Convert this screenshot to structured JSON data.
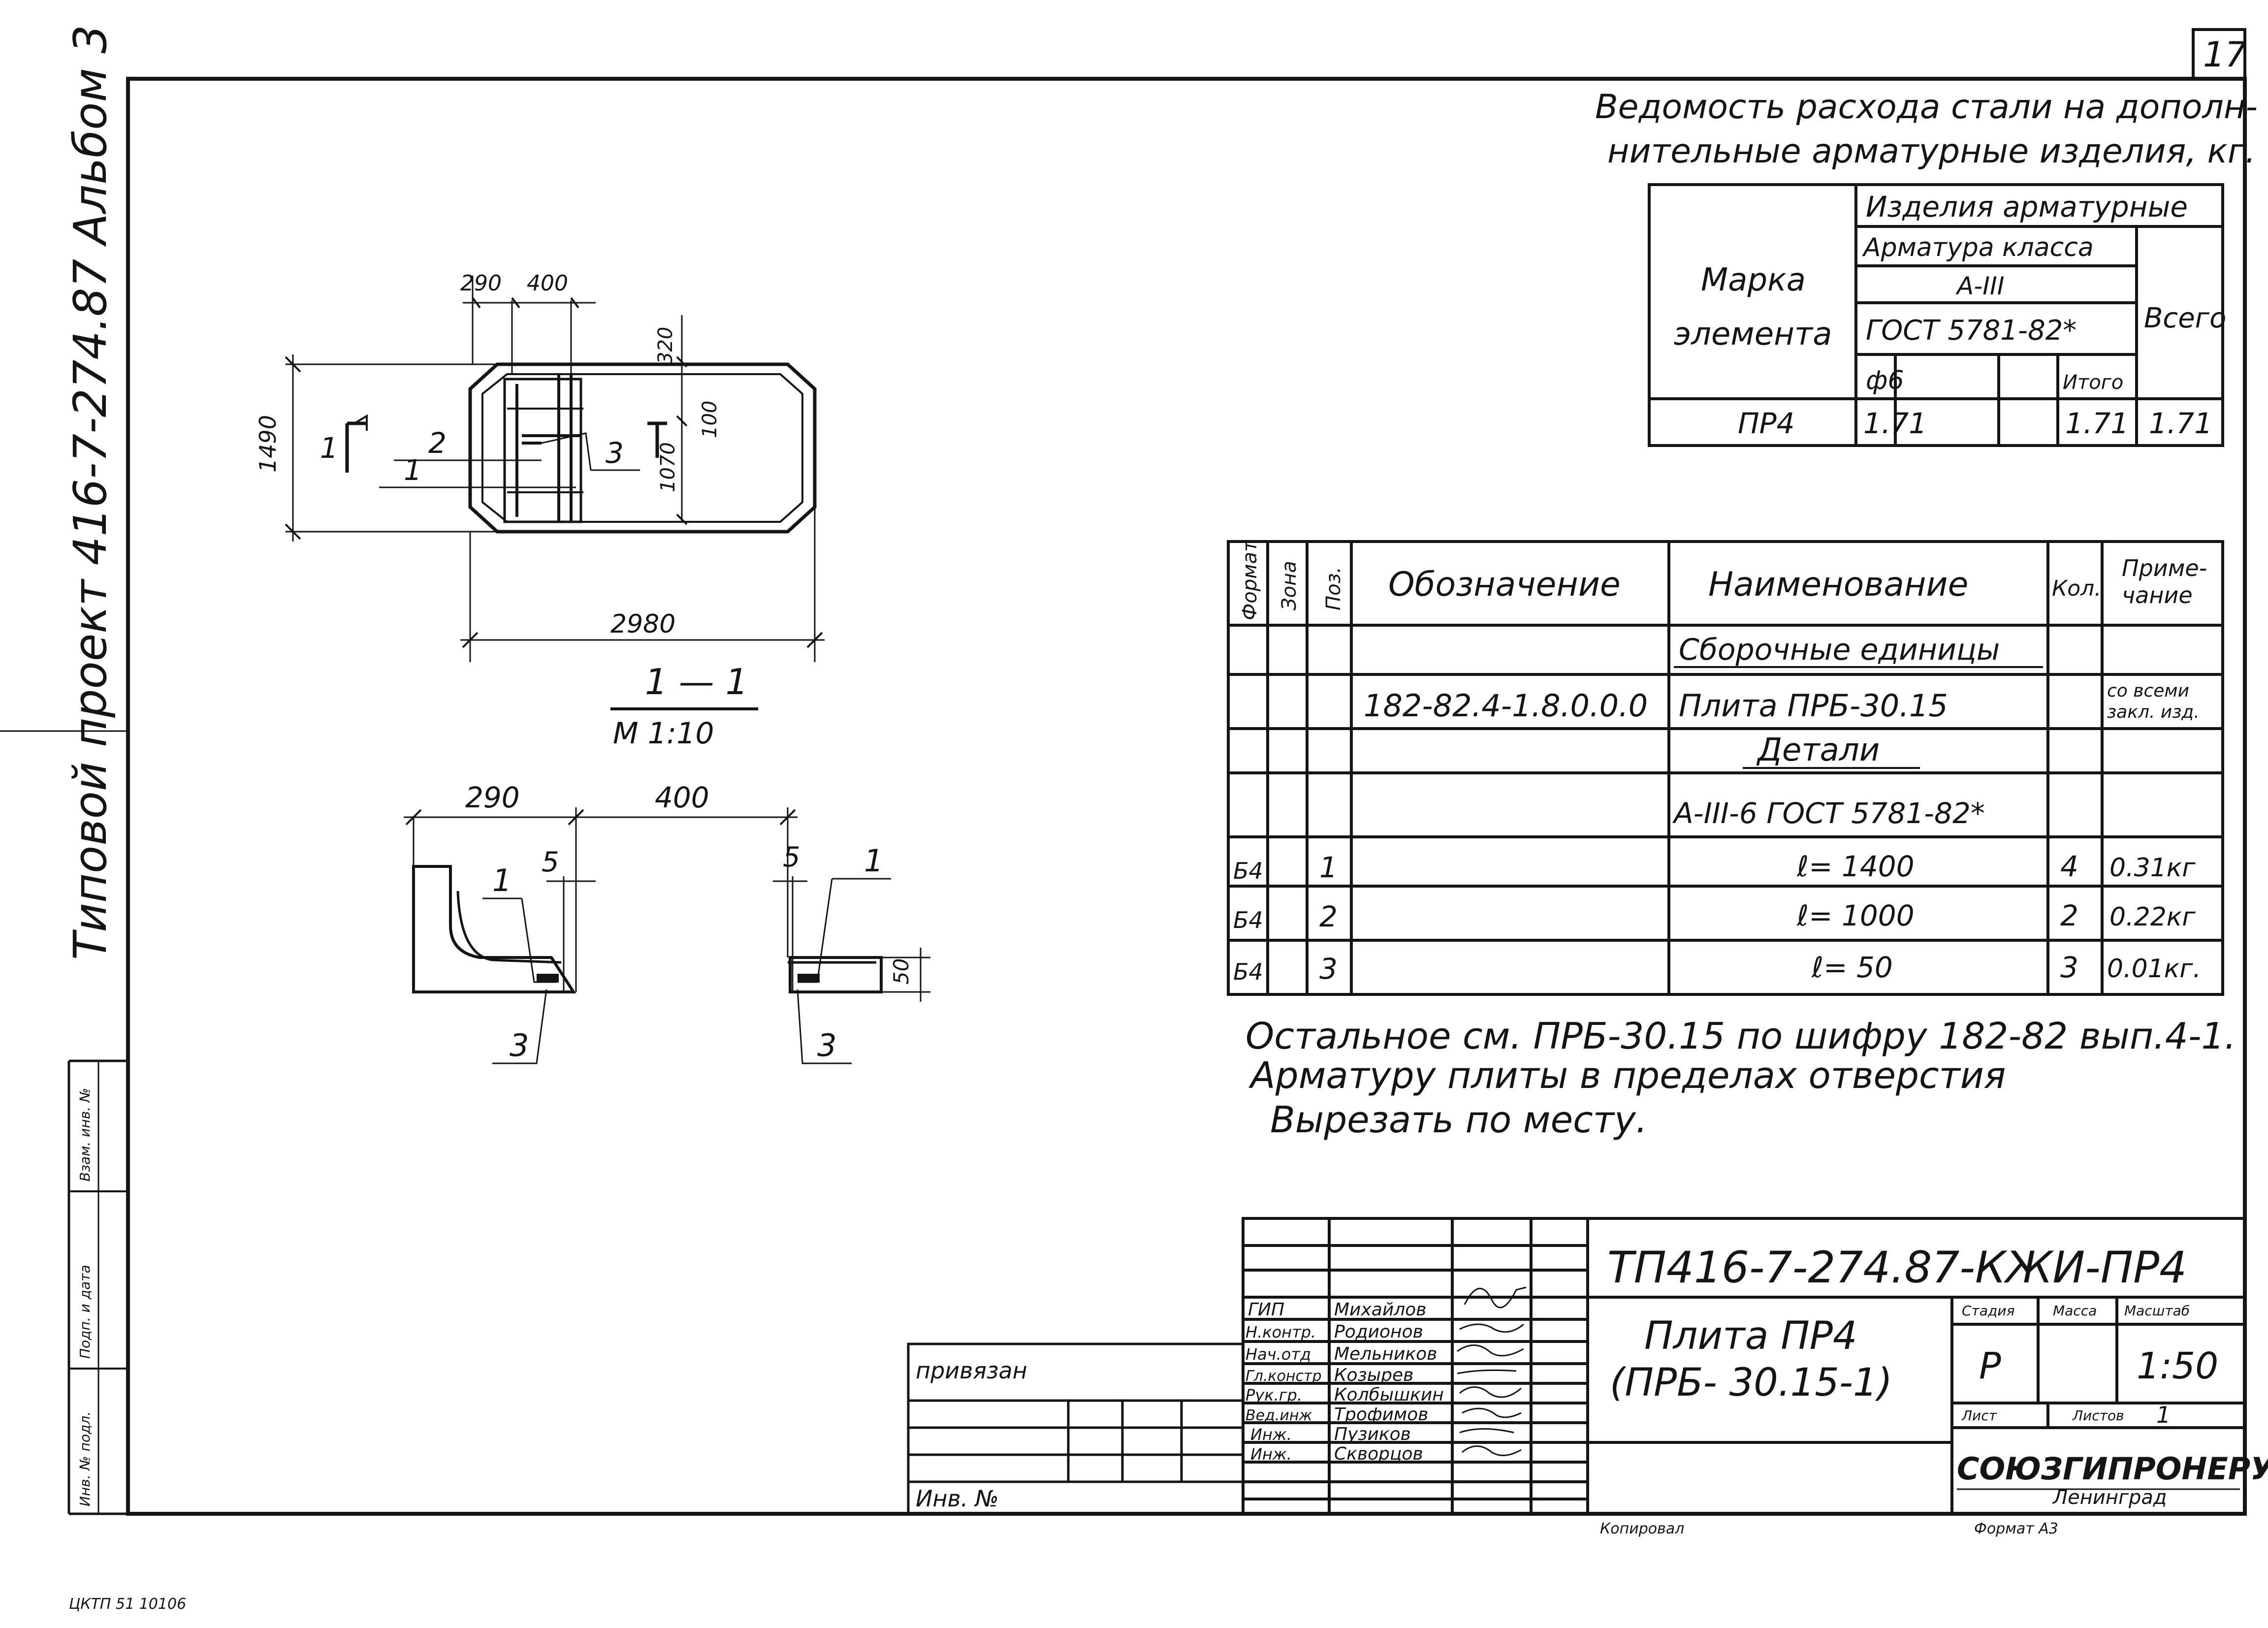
{
  "sheet_number": "17",
  "side_stamp": "Типовой проект 416-7-274.87 Альбом 3",
  "bottom_code": "ЦКТП 51 10106",
  "footer": {
    "kopirovala": "Копировал",
    "format": "Формат А3"
  },
  "steel_table": {
    "title_line1": "Ведомость расхода стали на дополн-",
    "title_line2": "нительные арматурные изделия, кг.",
    "col_mark": [
      "Марка",
      "элемента"
    ],
    "group_header": "Изделия арматурные",
    "class_header": "Арматура класса",
    "class_value": "А-III",
    "gost": "ГОСТ 5781-82*",
    "phi": "ф6",
    "itogo": "Итого",
    "vsego": "Всего",
    "row": {
      "mark": "ПР4",
      "phi6": "1.71",
      "itogo": "1.71",
      "vsego": "1.71"
    }
  },
  "spec_table": {
    "headers": {
      "format": "Формат",
      "zona": "Зона",
      "poz": "Поз.",
      "oboznachenie": "Обозначение",
      "naimenovanie": "Наименование",
      "kol": "Кол.",
      "primechanie": [
        "Приме-",
        "чание"
      ]
    },
    "section_assembly": "Сборочные единицы",
    "assembly_row": {
      "oboznachenie": "182-82.4-1.8.0.0.0",
      "naimenovanie": "Плита ПРБ-30.15",
      "primechanie": [
        "со всеми",
        "закл. изд."
      ]
    },
    "section_details": "Детали",
    "material": "А-III-6 ГОСТ 5781-82*",
    "rows": [
      {
        "format": "Б4",
        "poz": "1",
        "naimenovanie": "ℓ= 1400",
        "kol": "4",
        "primechanie": "0.31кг"
      },
      {
        "format": "Б4",
        "poz": "2",
        "naimenovanie": "ℓ= 1000",
        "kol": "2",
        "primechanie": "0.22кг"
      },
      {
        "format": "Б4",
        "poz": "3",
        "naimenovanie": "ℓ= 50",
        "kol": "3",
        "primechanie": "0.01кг."
      }
    ]
  },
  "notes": [
    "Остальное см. ПРБ-30.15 по шифру 182-82 вып.4-1.",
    "Арматуру  плиты в пределах  отверстия",
    "Вырезать  по  месту."
  ],
  "plan_view": {
    "dims": {
      "d290": "290",
      "d400": "400",
      "d320": "320",
      "d100": "100",
      "d1490": "1490",
      "d1070": "1070",
      "d2980": "2980"
    },
    "labels": {
      "section_mark": "1",
      "pos1": "1",
      "pos2": "2",
      "pos3": "3"
    }
  },
  "section_view": {
    "title": "1 — 1",
    "scale": "М 1:10",
    "dims": {
      "d290": "290",
      "d400": "400",
      "d5a": "5",
      "d5b": "5",
      "d50": "50"
    },
    "labels": {
      "pos1a": "1",
      "pos1b": "1",
      "pos3a": "3",
      "pos3b": "3"
    }
  },
  "privyazan": {
    "label": "привязан",
    "inv": "Инв. №"
  },
  "side_columns": {
    "col1": "Инв. № подл.",
    "col2": "Подп. и дата",
    "col3": "Взам. инв. №"
  },
  "title_block": {
    "code": "ТП416-7-274.87-КЖИ-ПР4",
    "name_line1": "Плита  ПР4",
    "name_line2": "(ПРБ- 30.15-1)",
    "stage_label": "Стадия",
    "mass_label": "Масса",
    "scale_label": "Масштаб",
    "stage": "Р",
    "scale": "1:50",
    "sheet_label": "Лист",
    "sheets_label": "Листов",
    "sheets": "1",
    "org": "СОЮЗГИПРОНЕРУД",
    "city": "Ленинград",
    "roles": [
      {
        "role": "ГИП",
        "name": "Михайлов"
      },
      {
        "role": "Н.контр.",
        "name": "Родионов"
      },
      {
        "role": "Нач.отд",
        "name": "Мельников"
      },
      {
        "role": "Гл.констр",
        "name": "Козырев"
      },
      {
        "role": "Рук.гр.",
        "name": "Колбышкин"
      },
      {
        "role": "Вед.инж",
        "name": "Трофимов"
      },
      {
        "role": "Инж.",
        "name": "Пузиков"
      },
      {
        "role": "Инж.",
        "name": "Скворцов"
      }
    ]
  }
}
